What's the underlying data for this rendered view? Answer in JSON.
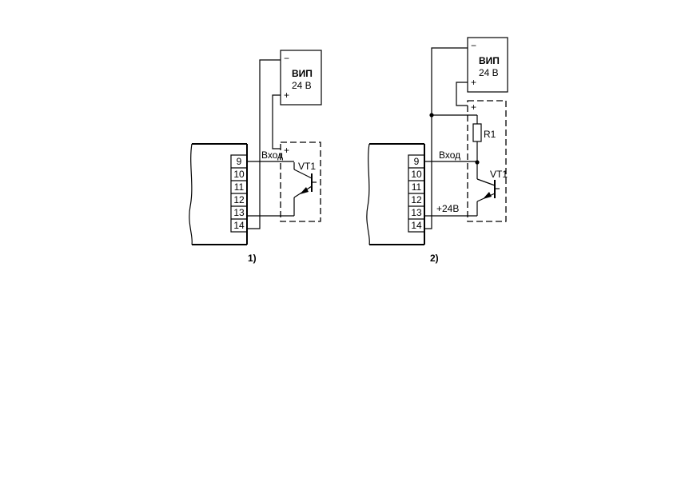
{
  "diagram1": {
    "caption": "1)",
    "psu": {
      "name": "ВИП",
      "voltage": "24 В",
      "minus": "−",
      "plus": "+"
    },
    "terminals": [
      "9",
      "10",
      "11",
      "12",
      "13",
      "14"
    ],
    "input_label": "Вход",
    "sensor_plus": "+",
    "transistor": "VT1"
  },
  "diagram2": {
    "caption": "2)",
    "psu": {
      "name": "ВИП",
      "voltage": "24 В",
      "minus": "−",
      "plus": "+"
    },
    "terminals": [
      "9",
      "10",
      "11",
      "12",
      "13",
      "14"
    ],
    "input_label": "Вход",
    "supply_label": "+24В",
    "sensor_plus": "+",
    "resistor": "R1",
    "transistor": "VT1"
  }
}
